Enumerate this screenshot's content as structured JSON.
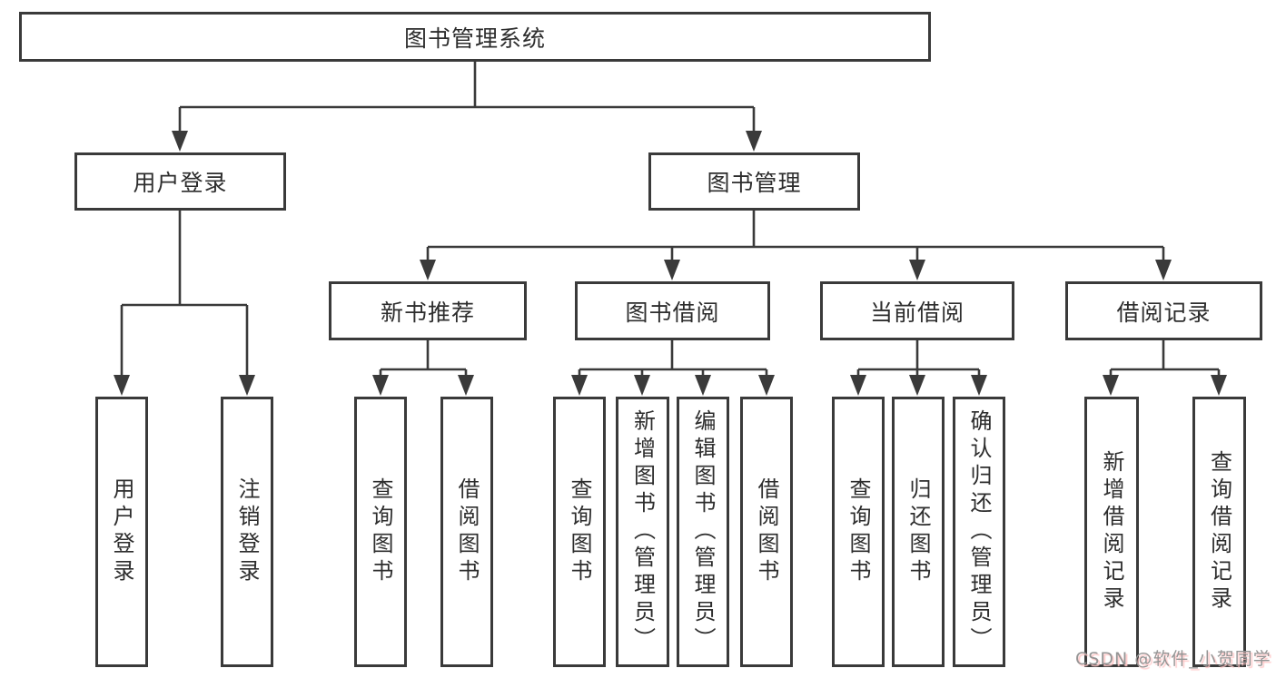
{
  "colors": {
    "line": "#3a3a3a",
    "text": "#2d2d2d",
    "box_bg": "#ffffff",
    "watermark": "#949494",
    "watermark_shadow": "#ffc9c9"
  },
  "tree": {
    "root": {
      "label": "图书管理系统"
    },
    "children": [
      {
        "label": "用户登录",
        "children": [
          {
            "label": "用户登录"
          },
          {
            "label": "注销登录"
          }
        ]
      },
      {
        "label": "图书管理",
        "children": [
          {
            "label": "新书推荐",
            "children": [
              {
                "label": "查询图书"
              },
              {
                "label": "借阅图书"
              }
            ]
          },
          {
            "label": "图书借阅",
            "children": [
              {
                "label": "查询图书"
              },
              {
                "label": "新增图书（管理员）"
              },
              {
                "label": "编辑图书（管理员）"
              },
              {
                "label": "借阅图书"
              }
            ]
          },
          {
            "label": "当前借阅",
            "children": [
              {
                "label": "查询图书"
              },
              {
                "label": "归还图书"
              },
              {
                "label": "确认归还（管理员）"
              }
            ]
          },
          {
            "label": "借阅记录",
            "children": [
              {
                "label": "新增借阅记录"
              },
              {
                "label": "查询借阅记录"
              }
            ]
          }
        ]
      }
    ]
  },
  "watermark": {
    "text": "CSDN @软件_小贺同学"
  }
}
